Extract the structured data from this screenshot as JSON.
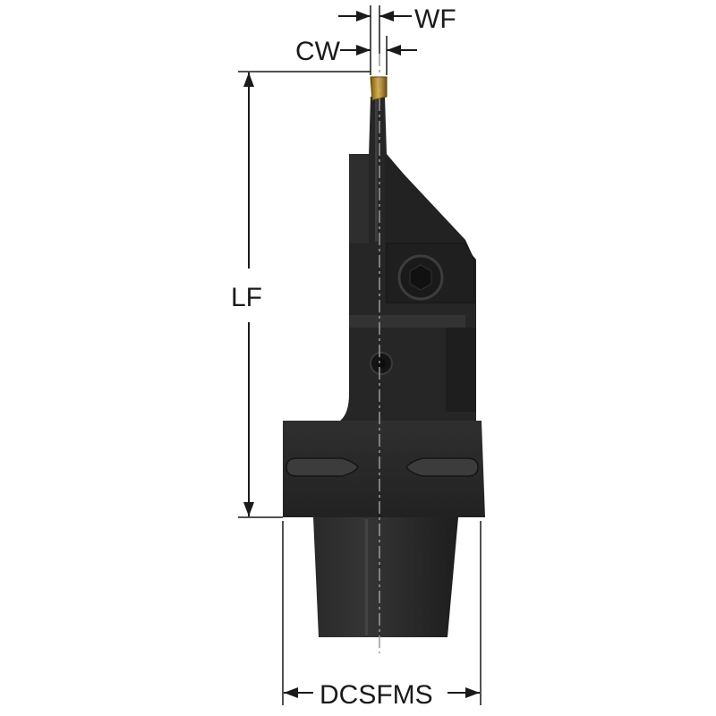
{
  "labels": {
    "wf": "WF",
    "cw": "CW",
    "lf": "LF",
    "dcsfms": "DCSFMS"
  },
  "colors": {
    "body": "#2b2b2b",
    "body_dark": "#1c1c1c",
    "body_light": "#3a3a3a",
    "insert": "#b8902a",
    "dimension": "#1a1a1a"
  }
}
